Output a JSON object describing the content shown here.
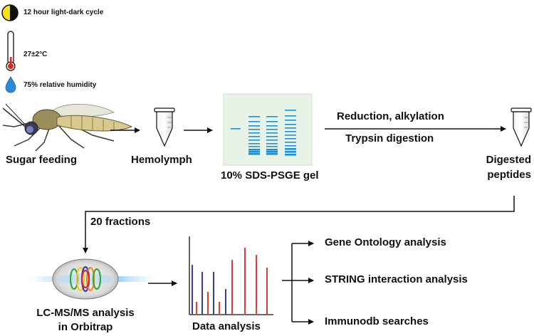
{
  "conditions": {
    "light_cycle": "12 hour light-dark cycle",
    "temperature": "27±2°C",
    "humidity": "75% relative humidity"
  },
  "steps": {
    "sugar_feeding": "Sugar feeding",
    "hemolymph": "Hemolymph",
    "gel": "10% SDS-PSGE gel",
    "reduction": "Reduction, alkylation",
    "trypsin": "Trypsin digestion",
    "digested_line1": "Digested",
    "digested_line2": "peptides",
    "fractions": "20 fractions",
    "lcms_line1": "LC-MS/MS analysis",
    "lcms_line2": "in Orbitrap",
    "data_analysis": "Data analysis"
  },
  "analyses": {
    "go": "Gene Ontology analysis",
    "string": "STRING interaction analysis",
    "immunodb": "Immunodb searches"
  },
  "colors": {
    "gel_band": "#1f8fd6",
    "gel_bg": "#e6f3e6",
    "spectrum_blue": "#3a3fa0",
    "spectrum_red": "#e23a30",
    "droplet": "#2a8ad8"
  }
}
